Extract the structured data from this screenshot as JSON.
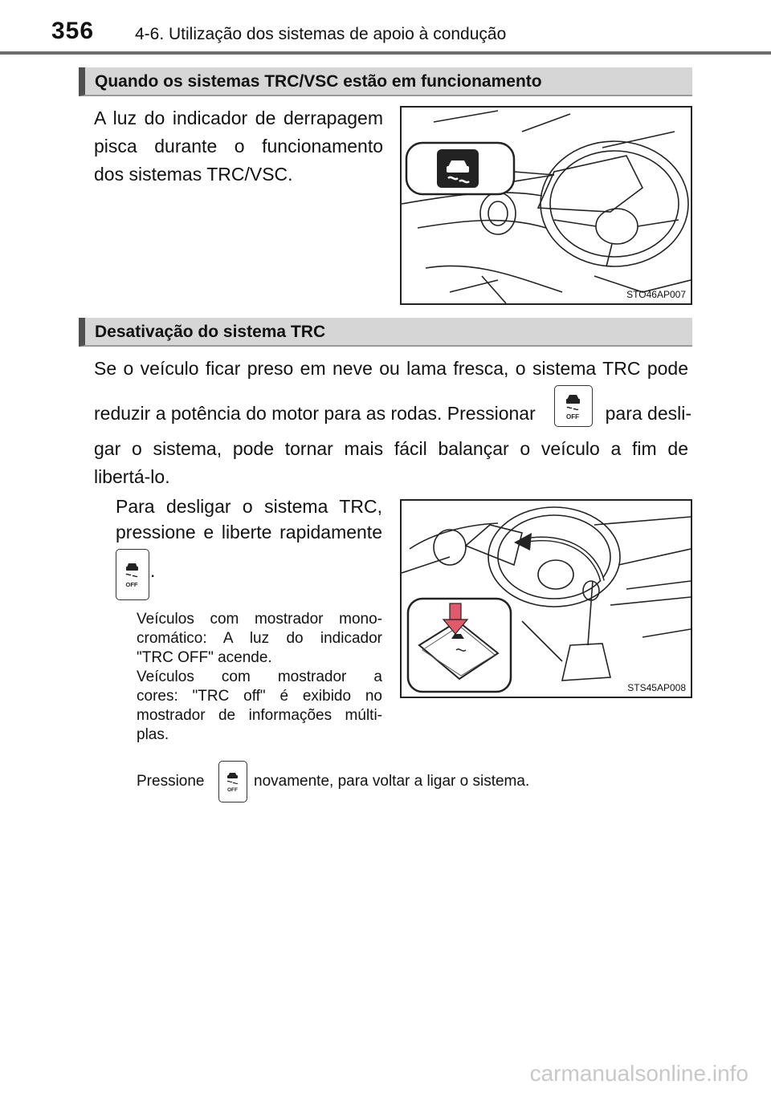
{
  "header": {
    "page_number": "356",
    "chapter": "4-6. Utilização dos sistemas de apoio à condução"
  },
  "section1": {
    "title": "Quando os sistemas TRC/VSC estão em funcionamento",
    "text_lines": [
      "A luz do indicador de derrapagem",
      "pisca durante o funcionamento",
      "dos sistemas TRC/VSC."
    ],
    "figure_code": "STO46AP007",
    "icons": [
      "dashboard-illustration",
      "slip-indicator-icon"
    ]
  },
  "section2": {
    "title": "Desativação do sistema TRC",
    "intro_line1": "Se o veículo ficar preso em neve ou lama fresca, o sistema TRC pode",
    "intro_line2_a": "reduzir a potência do motor para as rodas. Pressionar",
    "intro_line2_b": "para desli-",
    "intro_line3": "gar o sistema, pode tornar mais fácil balançar o veículo a fim de",
    "intro_line4": "libertá-lo.",
    "step_line1": "Para desligar o sistema TRC,",
    "step_line2": "pressione e liberte rapidamente",
    "step_suffix": ".",
    "note_lines": [
      "Veículos com mostrador mono-",
      "cromático: A luz do indicador",
      "\"TRC OFF\" acende.",
      "Veículos com mostrador a",
      "cores: \"TRC off\" é exibido no",
      "mostrador de informações múlti-",
      "plas."
    ],
    "figure_code": "STS45AP008",
    "button_icon_label": "OFF",
    "final_a": "Pressione",
    "final_b": "novamente, para voltar a ligar o sistema."
  },
  "footer": {
    "watermark": "carmanualsonline.info"
  }
}
